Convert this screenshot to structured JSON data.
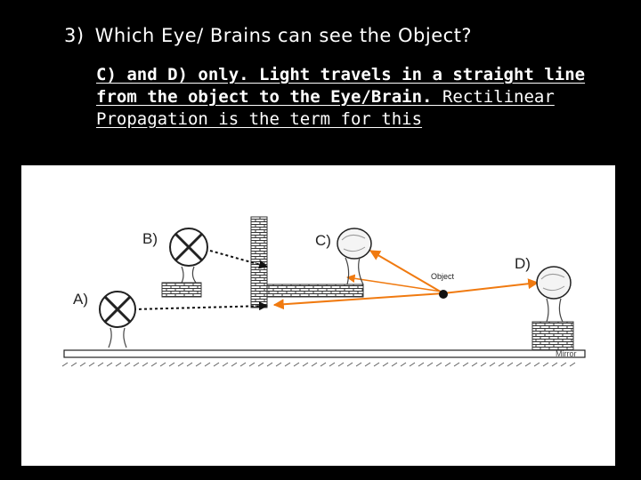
{
  "question": {
    "number": "3)",
    "text": "Which Eye/ Brains can see the Object?"
  },
  "answer": {
    "line1": "C) and D) only. Light travels in a straight line",
    "line2_bold": "from the object to the Eye/Brain.",
    "line2_rest": " Rectilinear",
    "line3": "Propagation is the term for this"
  },
  "diagram": {
    "labels": {
      "a": "A)",
      "b": "B)",
      "c": "C)",
      "d": "D)"
    },
    "object_label": "Object",
    "floor_label": "Mirror",
    "colors": {
      "light_ray": "#f07a10",
      "blocked_ray": "#111111",
      "brick": "#333333"
    }
  }
}
